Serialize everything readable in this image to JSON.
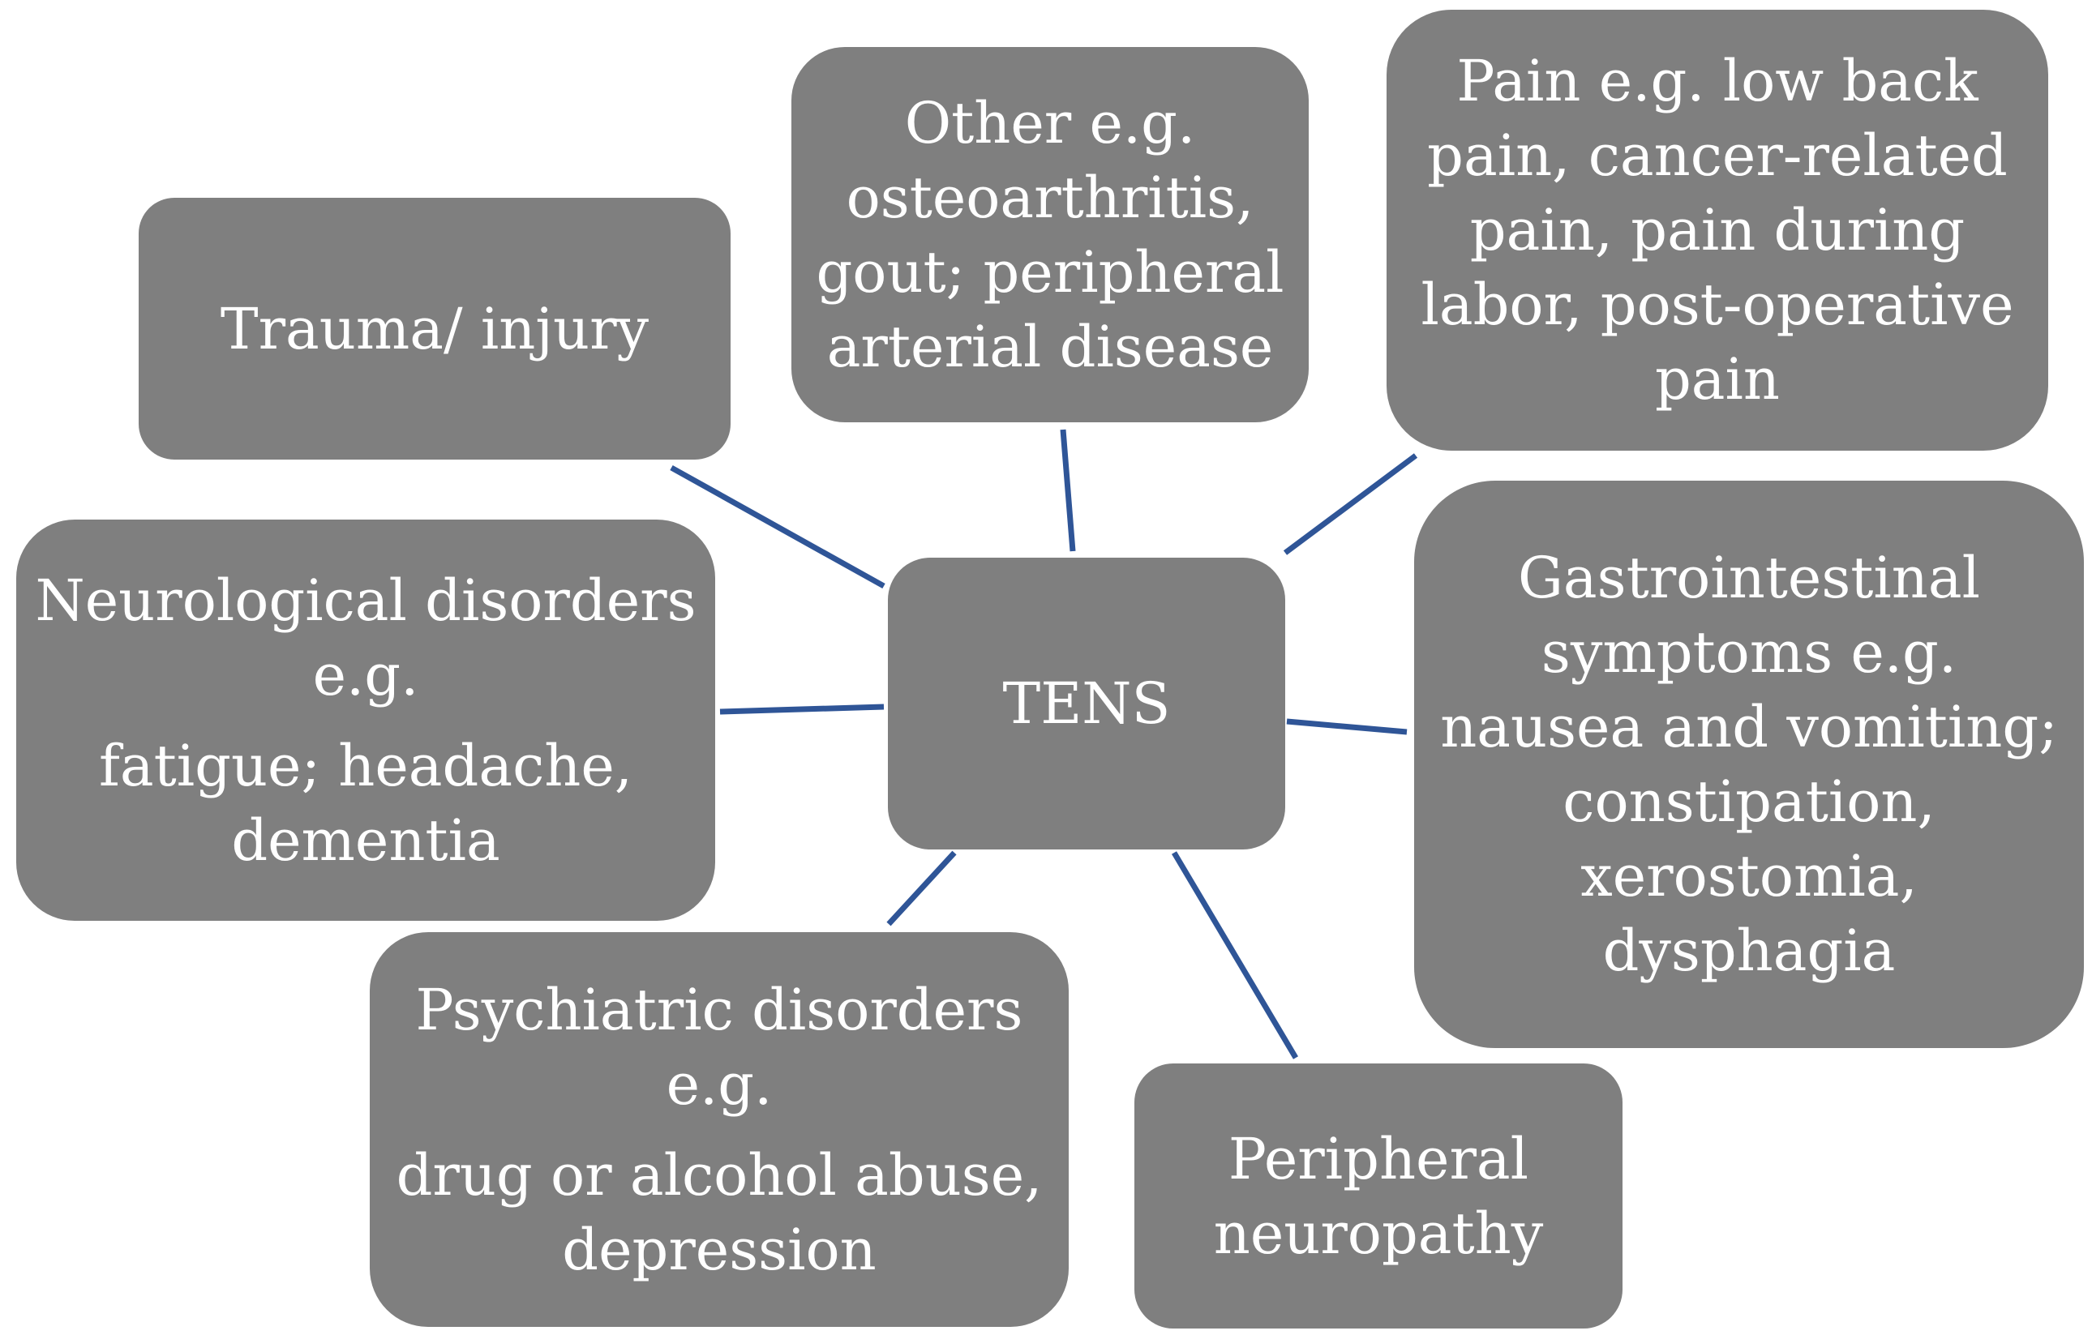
{
  "diagram": {
    "center": {
      "label": "TENS"
    },
    "nodes": [
      {
        "id": "trauma",
        "lines": [
          "Trauma/ injury"
        ]
      },
      {
        "id": "other",
        "lines": [
          "Other e.g.",
          "osteoarthritis,",
          "gout; peripheral",
          "arterial disease"
        ]
      },
      {
        "id": "pain",
        "lines": [
          "Pain e.g. low back",
          "pain, cancer-related",
          "pain, pain during",
          "labor, post-operative",
          "pain"
        ]
      },
      {
        "id": "neuro",
        "lines": [
          "Neurological disorders",
          "e.g."
        ],
        "lines2": [
          "fatigue; headache,",
          "dementia"
        ]
      },
      {
        "id": "gastro",
        "lines": [
          "Gastrointestinal",
          "symptoms e.g.",
          "nausea and vomiting;",
          "constipation,",
          "xerostomia,",
          "dysphagia"
        ]
      },
      {
        "id": "psych",
        "lines": [
          "Psychiatric disorders",
          "e.g."
        ],
        "lines2": [
          "drug or alcohol abuse,",
          "depression"
        ]
      },
      {
        "id": "periph",
        "lines": [
          "Peripheral",
          "neuropathy"
        ]
      }
    ],
    "colors": {
      "node_fill": "#7f7f7f",
      "node_text": "#ffffff",
      "connector": "#2f5597"
    }
  }
}
